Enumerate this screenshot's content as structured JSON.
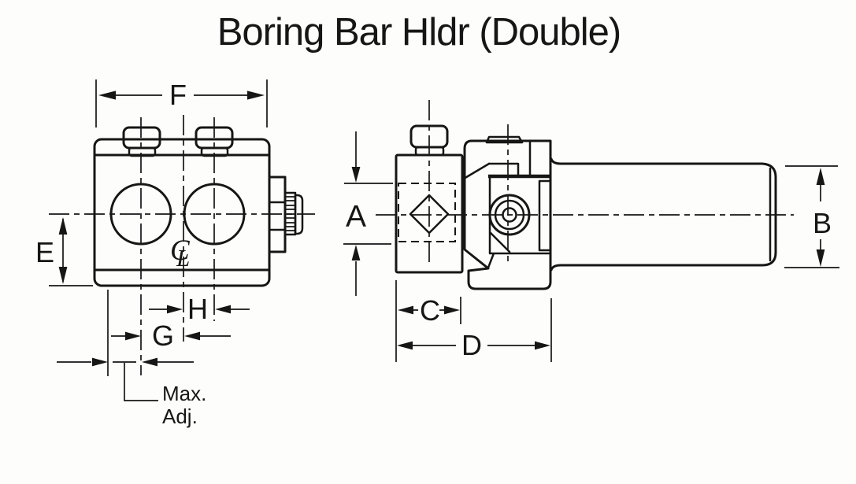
{
  "title": "Boring Bar Hldr (Double)",
  "colors": {
    "background": "#fdfdfb",
    "ink": "#161616"
  },
  "front_view": {
    "dims": {
      "F": "F",
      "E": "E",
      "G": "G",
      "H": "H"
    },
    "max_adjustment": {
      "line1": "Max.",
      "line2": "Adj."
    },
    "centerline_symbol": {
      "c": "C",
      "l": "L"
    }
  },
  "side_view": {
    "dims": {
      "A": "A",
      "B": "B",
      "C": "C",
      "D": "D"
    }
  }
}
